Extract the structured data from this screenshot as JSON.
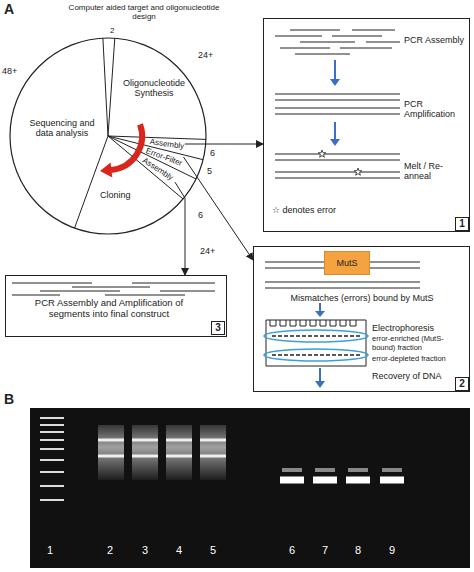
{
  "diagram": {
    "nodes": [
      {
        "text": [
          "Assembly"
        ]
      },
      {
        "text": [
          "PCR Assembly",
          "PCR Amplification",
          "Melt / Re-anneal",
          "☆ denotes error",
          "1"
        ]
      },
      {
        "text": [
          "Error-Filter"
        ]
      },
      {
        "text": [
          "Mismatches (errors) bound by MutS",
          "Electrophoresis",
          "error-enriched (MutS-bound) fraction",
          "error-depleted fraction",
          "Recovery of DNA",
          "2"
        ]
      },
      {
        "text": [
          "MutS"
        ],
        "in": 3
      },
      {
        "text": [
          "Assembly"
        ]
      },
      {
        "text": [
          "PCR Assembly and Amplification of segments into final construct",
          "3"
        ]
      }
    ],
    "edges": [
      {
        "from": 0,
        "to": 1,
        "arrow": "to"
      },
      {
        "from": 2,
        "to": 3,
        "arrow": "to"
      },
      {
        "from": 5,
        "to": 6,
        "arrow": "to"
      }
    ],
    "labels": [
      "A",
      "Computer aided target and oligonucleotide design",
      "2",
      "24+",
      "48+",
      "Oligonucleotide Synthesis",
      "Sequencing and data analysis",
      "Cloning",
      "6",
      "5",
      "6",
      "24+",
      "B",
      "1",
      "2",
      "3",
      "4",
      "5",
      "6",
      "7",
      "8",
      "9"
    ]
  }
}
